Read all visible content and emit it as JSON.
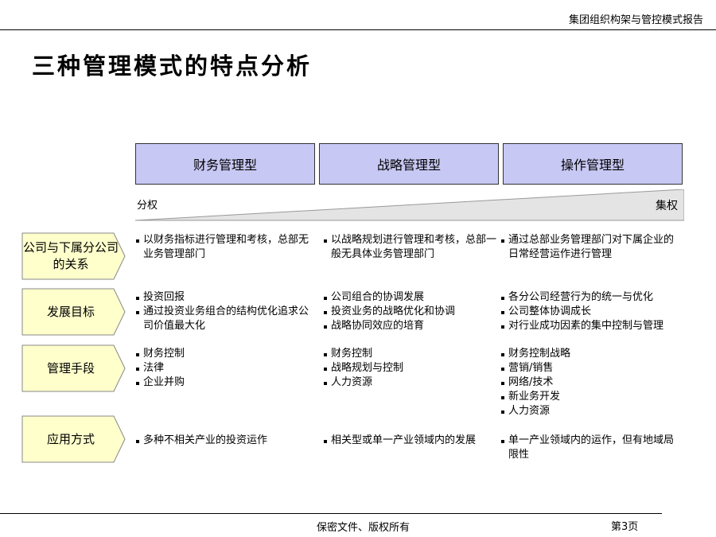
{
  "header": {
    "report_title": "集团组织构架与管控模式报告"
  },
  "page_title": "三种管理模式的特点分析",
  "models": [
    "财务管理型",
    "战略管理型",
    "操作管理型"
  ],
  "spectrum": {
    "left_label": "分权",
    "right_label": "集权"
  },
  "rows": [
    {
      "label": "公司与下属分公司的关系",
      "cells": [
        [
          "以财务指标进行管理和考核，总部无业务管理部门"
        ],
        [
          "以战略规划进行管理和考核，总部一般无具体业务管理部门"
        ],
        [
          "通过总部业务管理部门对下属企业的日常经营运作进行管理"
        ]
      ]
    },
    {
      "label": "发展目标",
      "cells": [
        [
          "投资回报",
          "通过投资业务组合的结构优化追求公司价值最大化"
        ],
        [
          "公司组合的协调发展",
          "投资业务的战略优化和协调",
          "战略协同效应的培育"
        ],
        [
          "各分公司经营行为的统一与优化",
          "公司整体协调成长",
          "对行业成功因素的集中控制与管理"
        ]
      ]
    },
    {
      "label": "管理手段",
      "cells": [
        [
          "财务控制",
          "法律",
          "企业并购"
        ],
        [
          "财务控制",
          "战略规划与控制",
          "人力资源"
        ],
        [
          "财务控制战略",
          "营销/销售",
          "网络/技术",
          "新业务开发",
          "人力资源"
        ]
      ]
    },
    {
      "label": "应用方式",
      "cells": [
        [
          "多种不相关产业的投资运作"
        ],
        [
          "相关型或单一产业领域内的发展"
        ],
        [
          "单一产业领域内的运作，但有地域局限性"
        ]
      ]
    }
  ],
  "footer": {
    "text": "保密文件、版权所有",
    "page": "第3页"
  },
  "colors": {
    "model_header_fill": "#c8c8f4",
    "row_label_fill": "#ffffcc",
    "wedge_fill": "#e4e4e4"
  }
}
